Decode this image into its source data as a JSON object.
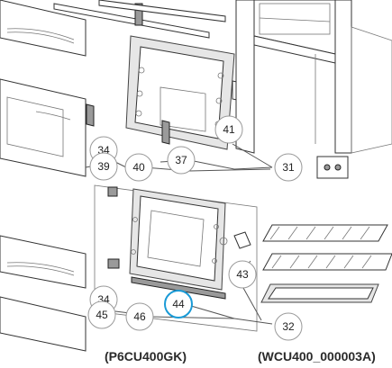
{
  "callouts": {
    "c34a": "34",
    "c39": "39",
    "c40": "40",
    "c37": "37",
    "c41": "41",
    "c31": "31",
    "c43": "43",
    "c34b": "34",
    "c44": "44",
    "c45": "45",
    "c46": "46",
    "c32": "32"
  },
  "captions": {
    "left": "(P6CU400GK)",
    "right": "(WCU400_000003A)"
  },
  "colors": {
    "highlight": "#1a9ad6",
    "line": "#555555"
  }
}
